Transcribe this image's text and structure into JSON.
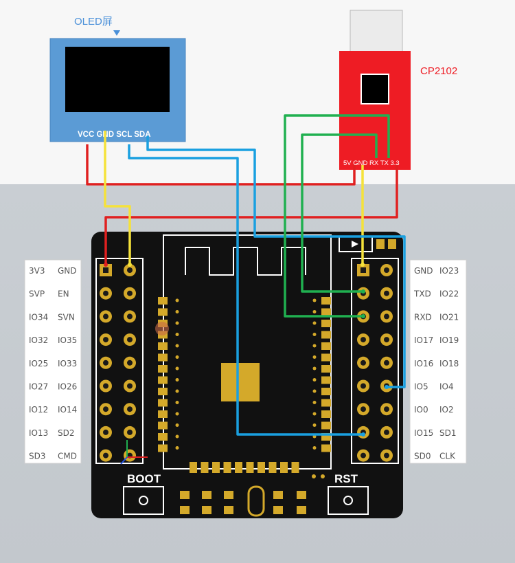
{
  "oled": {
    "title": "OLED屏",
    "pins": "VCC GND SCL SDA"
  },
  "usb_module": {
    "title": "CP2102",
    "pins": "5V GND RX TX 3.3"
  },
  "board": {
    "boot_label": "BOOT",
    "rst_label": "RST"
  },
  "left_labels": [
    [
      "3V3",
      "GND"
    ],
    [
      "SVP",
      "EN"
    ],
    [
      "IO34",
      "SVN"
    ],
    [
      "IO32",
      "IO35"
    ],
    [
      "IO25",
      "IO33"
    ],
    [
      "IO27",
      "IO26"
    ],
    [
      "IO12",
      "IO14"
    ],
    [
      "IO13",
      "SD2"
    ],
    [
      "SD3",
      "CMD"
    ]
  ],
  "right_labels": [
    [
      "GND",
      "IO23"
    ],
    [
      "TXD",
      "IO22"
    ],
    [
      "RXD",
      "IO21"
    ],
    [
      "IO17",
      "IO19"
    ],
    [
      "IO16",
      "IO18"
    ],
    [
      "IO5",
      "IO4"
    ],
    [
      "IO0",
      "IO2"
    ],
    [
      "IO15",
      "SD1"
    ],
    [
      "SD0",
      "CLK"
    ]
  ],
  "colors": {
    "oled": "#5b9bd5",
    "cp2102": "#ee1c24",
    "pcb": "#111111",
    "gold": "#d4a92a",
    "wire_red": "#e02020",
    "wire_yellow": "#f5e23a",
    "wire_blue": "#1aa0e0",
    "wire_green": "#20b050"
  }
}
